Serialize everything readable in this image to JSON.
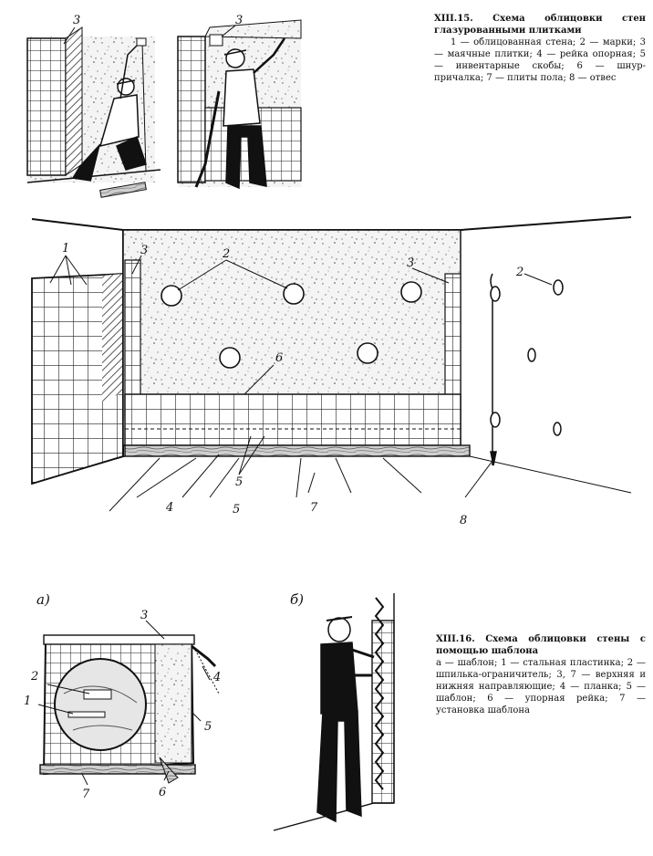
{
  "caption_15": {
    "title": "XIII.15. Схема облицовки стен глазурованными плитками",
    "text": "1 — облицованная стена; 2 — марки; 3 — маячные плитки; 4 — рейка опорная; 5 — инвентарные скобы; 6 — шнур-причалка; 7 — плиты пола; 8 — отвес"
  },
  "caption_16": {
    "title": "XIII.16. Схема облицовки стены с помощью шаблона",
    "text": "а — шаблон; 1 — стальная пластинка; 2 — шпилька-ограничитель; 3, 7 — верхняя и нижняя направляющие; 4 — планка; 5 — шаблон; 6 — упорная рейка; 7 — установка шаблона"
  },
  "labels": {
    "top_left_3": "3",
    "top_right_3": "3",
    "main_1": "1",
    "main_2": "2",
    "main_3_left": "3",
    "main_3_right": "3",
    "main_2_right": "2",
    "main_4": "4",
    "main_5_lower": "5",
    "main_5_upper": "5",
    "main_6": "6",
    "main_7": "7",
    "main_8": "8",
    "sub_a": "а)",
    "sub_b": "б)",
    "a_1": "1",
    "a_2": "2",
    "a_3": "3",
    "a_4": "4",
    "a_5": "5",
    "a_6": "6",
    "a_7": "7"
  }
}
